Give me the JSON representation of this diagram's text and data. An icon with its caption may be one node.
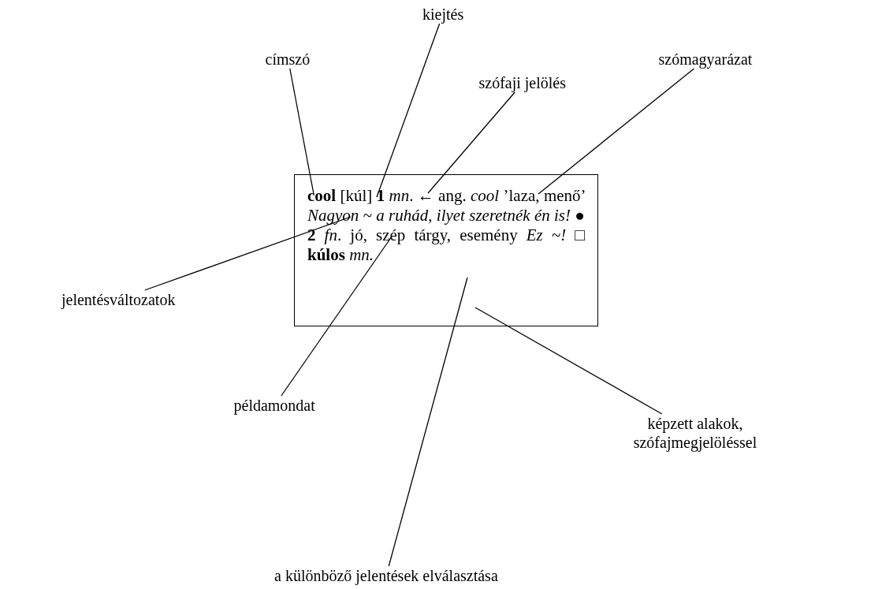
{
  "diagram": {
    "nodes": [
      {
        "text": [
          "**cool** [kúl] **1** *mn*. ← ang. *cool* ’laza, menő’ *Nagyon ~ a ruhád, ilyet szeretnék én is!* ● **2** *fn*. jó, szép tárgy, esemény *Ez ~!* □ **kúlos** *mn.*"
        ]
      },
      {
        "text": [
          "címszó"
        ]
      },
      {
        "text": [
          "kiejtés"
        ]
      },
      {
        "text": [
          "szófaji jelölés"
        ]
      },
      {
        "text": [
          "szómagyarázat"
        ]
      },
      {
        "text": [
          "jelentésváltozatok"
        ]
      },
      {
        "text": [
          "példamondat"
        ]
      },
      {
        "text": [
          "képzett alakok, szófajmegjelöléssel"
        ]
      },
      {
        "text": [
          "a különböző jelentések elválasztása"
        ]
      }
    ],
    "edges": [
      {
        "from": 1,
        "to": 0,
        "arrow": "none"
      },
      {
        "from": 2,
        "to": 0,
        "arrow": "none"
      },
      {
        "from": 3,
        "to": 0,
        "arrow": "none"
      },
      {
        "from": 4,
        "to": 0,
        "arrow": "none"
      },
      {
        "from": 5,
        "to": 0,
        "arrow": "none"
      },
      {
        "from": 6,
        "to": 0,
        "arrow": "none"
      },
      {
        "from": 7,
        "to": 0,
        "arrow": "none"
      },
      {
        "from": 8,
        "to": 0,
        "arrow": "none"
      }
    ]
  }
}
